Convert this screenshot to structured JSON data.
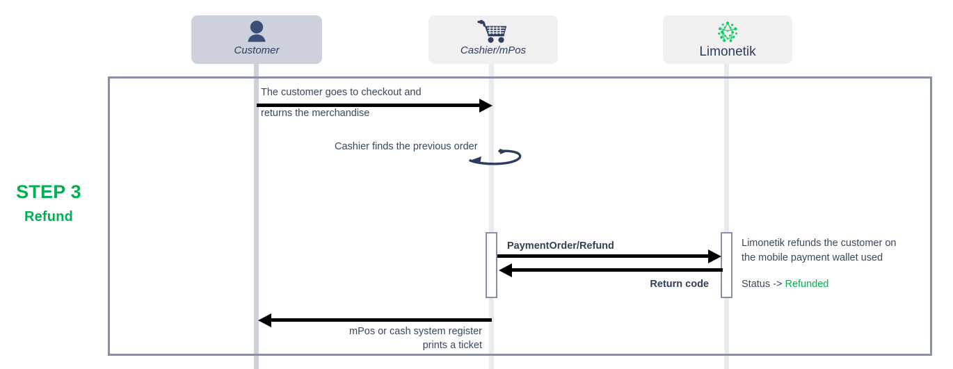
{
  "step": {
    "title": "STEP 3",
    "subtitle": "Refund",
    "color": "#00b050"
  },
  "actors": [
    {
      "name": "Customer",
      "icon": "person-icon",
      "style": "italic",
      "box_color": "#ccd1dc",
      "lifeline_color": "#ccd1dc"
    },
    {
      "name": "Cashier/mPos",
      "icon": "cart-icon",
      "style": "italic",
      "box_color": "#f0f0f0",
      "lifeline_color": "#e9eaec"
    },
    {
      "name": "Limonetik",
      "icon": "limonetik-logo",
      "style": "plain",
      "box_color": "#f0f0f0",
      "lifeline_color": "#e9eaec"
    }
  ],
  "messages": [
    {
      "id": "checkout",
      "from": "Customer",
      "to": "Cashier/mPos",
      "direction": "right",
      "label_above": "The customer goes to checkout and",
      "label_below": "returns the merchandise",
      "bold": false
    },
    {
      "id": "find-order",
      "from": "Cashier/mPos",
      "to": "Cashier/mPos",
      "direction": "self",
      "label_above": "Cashier finds the previous order",
      "bold": false
    },
    {
      "id": "payment-order-refund",
      "from": "Cashier/mPos",
      "to": "Limonetik",
      "direction": "right",
      "label_above": "PaymentOrder/Refund",
      "bold": true
    },
    {
      "id": "return-code",
      "from": "Limonetik",
      "to": "Cashier/mPos",
      "direction": "left",
      "label_below": "Return code",
      "bold": true
    },
    {
      "id": "print-ticket",
      "from": "Cashier/mPos",
      "to": "Customer",
      "direction": "left",
      "label_below_1": "mPos or cash system register",
      "label_below_2": "prints a ticket",
      "bold": false
    }
  ],
  "notes": {
    "refund_note_line1": "Limonetik refunds the customer on",
    "refund_note_line2": "the mobile payment wallet used",
    "status_prefix": "Status -> ",
    "status_value": "Refunded",
    "status_color": "#00b050"
  },
  "frame": {
    "border_color": "#8691a8"
  }
}
